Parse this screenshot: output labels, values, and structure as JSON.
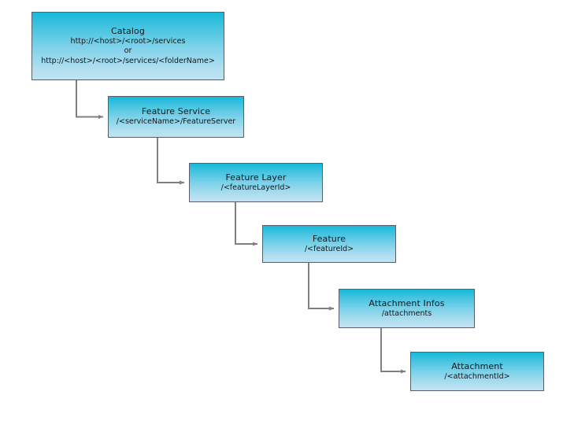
{
  "diagram": {
    "type": "flow-hierarchy",
    "background_color": "#ffffff",
    "node_fill_top": "#16b9da",
    "node_fill_bottom": "#bfe3f2",
    "node_border_color": "#57606a",
    "connector_color": "#808080",
    "text_color": "#14161a",
    "nodes": [
      {
        "id": "catalog",
        "title": "Catalog",
        "line1": "http://<host>/<root>/services",
        "line2": "or",
        "line3": "http://<host>/<root>/services/<folderName>"
      },
      {
        "id": "feature-service",
        "title": "Feature Service",
        "subtitle": "/<serviceName>/FeatureServer"
      },
      {
        "id": "feature-layer",
        "title": "Feature Layer",
        "subtitle": "/<featureLayerId>"
      },
      {
        "id": "feature",
        "title": "Feature",
        "subtitle": "/<featureId>"
      },
      {
        "id": "attachment-infos",
        "title": "Attachment Infos",
        "subtitle": "/attachments"
      },
      {
        "id": "attachment",
        "title": "Attachment",
        "subtitle": "/<attachmentId>"
      }
    ],
    "connectors": [
      {
        "from": "catalog",
        "to": "feature-service"
      },
      {
        "from": "feature-service",
        "to": "feature-layer"
      },
      {
        "from": "feature-layer",
        "to": "feature"
      },
      {
        "from": "feature",
        "to": "attachment-infos"
      },
      {
        "from": "attachment-infos",
        "to": "attachment"
      }
    ]
  }
}
